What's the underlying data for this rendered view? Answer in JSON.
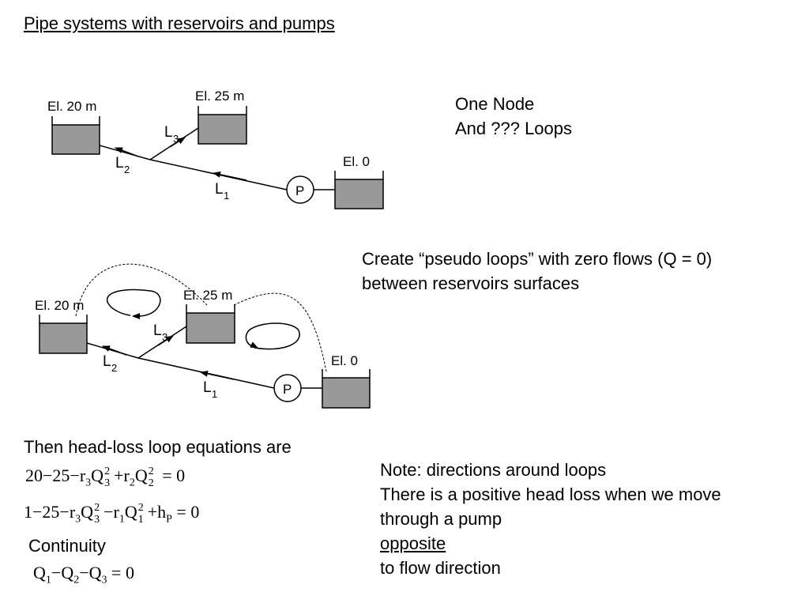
{
  "title": "Pipe systems with reservoirs and pumps",
  "diagram1": {
    "left_reservoir": "El. 20 m",
    "top_reservoir": "El. 25 m",
    "right_reservoir": "El. 0",
    "pump": "P",
    "pipe_labels": [
      "L",
      "1",
      "L",
      "2",
      "L",
      "3"
    ]
  },
  "diagram2": {
    "left_reservoir": "El. 20 m",
    "top_reservoir": "El. 25 m",
    "right_reservoir": "El. 0",
    "pump": "P",
    "pipe_labels": [
      "L",
      "1",
      "L",
      "2",
      "L",
      "3"
    ]
  },
  "note_top": [
    "One Node",
    "And ??? Loops"
  ],
  "pseudo_note": [
    "Create “pseudo loops” with zero flows (Q = 0)",
    "between reservoirs surfaces"
  ],
  "equations_heading": "Then head-loss loop equations are",
  "continuity_label": "Continuity",
  "note_bottom": {
    "line1": "Note: directions around loops",
    "line2": "There is a positive head loss when we move",
    "line3_before": "through a pump ",
    "line3_underlined": "opposite",
    "line3_after": " to flow direction"
  },
  "equations": {
    "eq1": {
      "a": "20",
      "m1": "−",
      "b": "25",
      "m2": "−",
      "r3": "r",
      "r3sub": "3",
      "q3": "Q",
      "q3sub": "3",
      "q3sup": "2",
      "p1": "+",
      "r2": "r",
      "r2sub": "2",
      "q2": "Q",
      "q2sub": "2",
      "q2sup": "2",
      "eq": "=",
      "zero": "0"
    },
    "eq2": {
      "a": "1",
      "m1": "−",
      "b": "25",
      "m2": "−",
      "r3": "r",
      "r3sub": "3",
      "q3": "Q",
      "q3sub": "3",
      "q3sup": "2",
      "m3": "−",
      "r1": "r",
      "r1sub": "1",
      "q1": "Q",
      "q1sub": "1",
      "q1sup": "2",
      "p1": "+",
      "h": "h",
      "hsub": "P",
      "eq": "=",
      "zero": "0"
    },
    "eq3": {
      "q1": "Q",
      "q1sub": "1",
      "m1": "−",
      "q2": "Q",
      "q2sub": "2",
      "m2": "−",
      "q3": "Q",
      "q3sub": "3",
      "eq": "=",
      "zero": "0"
    }
  },
  "colors": {
    "reservoir_fill": "#999999",
    "line": "#000000",
    "background": "#ffffff"
  }
}
